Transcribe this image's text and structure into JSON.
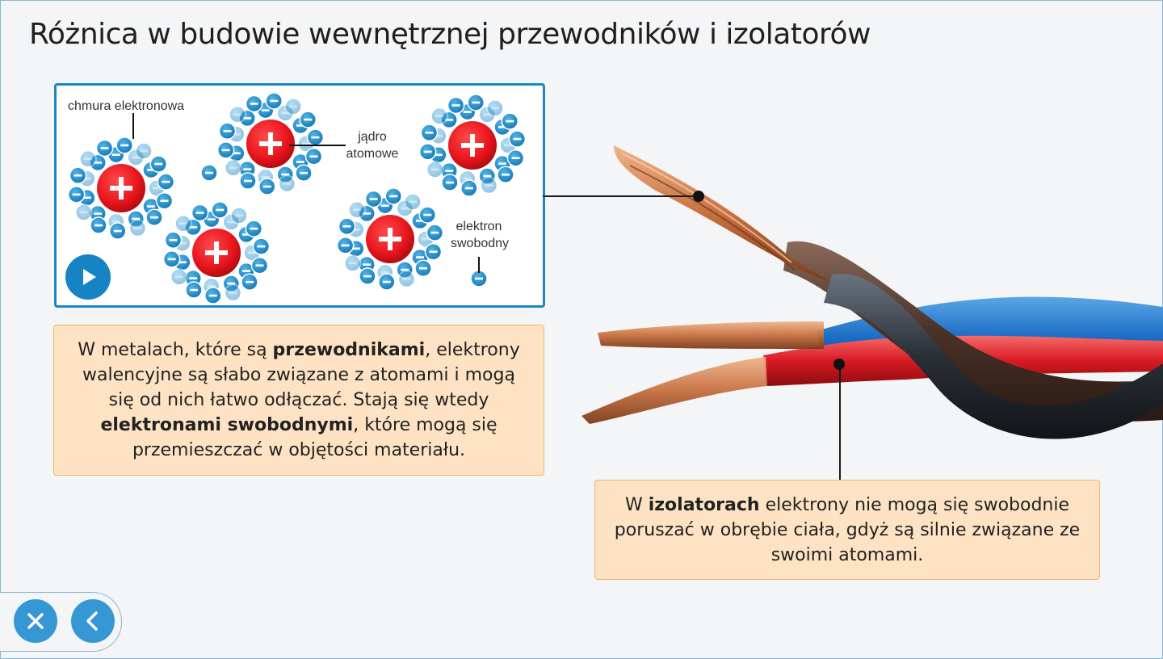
{
  "page": {
    "title": "Różnica w budowie wewnętrznej przewodników i izolatorów"
  },
  "diagram": {
    "labels": {
      "electron_cloud": "chmura elektronowa",
      "nucleus_line1": "jądro",
      "nucleus_line2": "atomowe",
      "free_electron_line1": "elektron",
      "free_electron_line2": "swobodny"
    },
    "play_icon": "play-icon",
    "colors": {
      "nucleus": "#e8141c",
      "electron": "#1a86c2",
      "border": "#1a86c2"
    }
  },
  "conductor_box": {
    "t1": "W metalach, które są ",
    "b1": "przewodnikami",
    "t2": ", elektrony walencyjne są słabo związane z atomami i mogą się od nich łatwo odłączać. Stają się wtedy ",
    "b2": "elektronami swobodnymi",
    "t3": ", które mogą się przemieszczać w objętości materiału."
  },
  "insulator_box": {
    "t1": "W ",
    "b1": "izolatorach",
    "t2": " elektrony nie mogą się swobodnie poruszać w obrębie ciała, gdyż są silnie związane ze swoimi atomami."
  },
  "nav": {
    "close_icon": "close-icon",
    "back_icon": "chevron-left-icon"
  }
}
